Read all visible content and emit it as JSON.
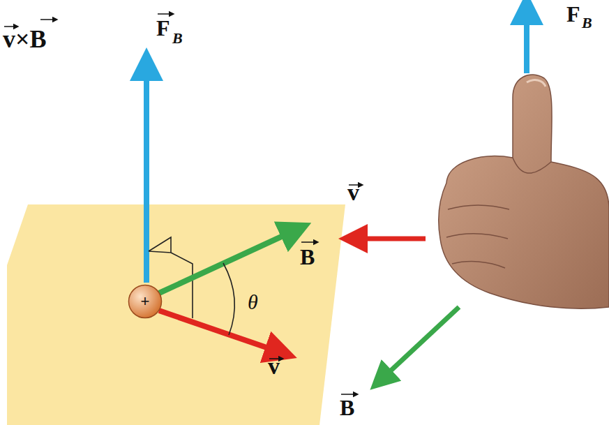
{
  "diagram": {
    "nodes": [
      {
        "text": [
          "+"
        ]
      }
    ],
    "labels": [
      "v×B",
      "F",
      "B",
      "B",
      "θ",
      "v",
      "F",
      "B",
      "v",
      "B"
    ]
  }
}
